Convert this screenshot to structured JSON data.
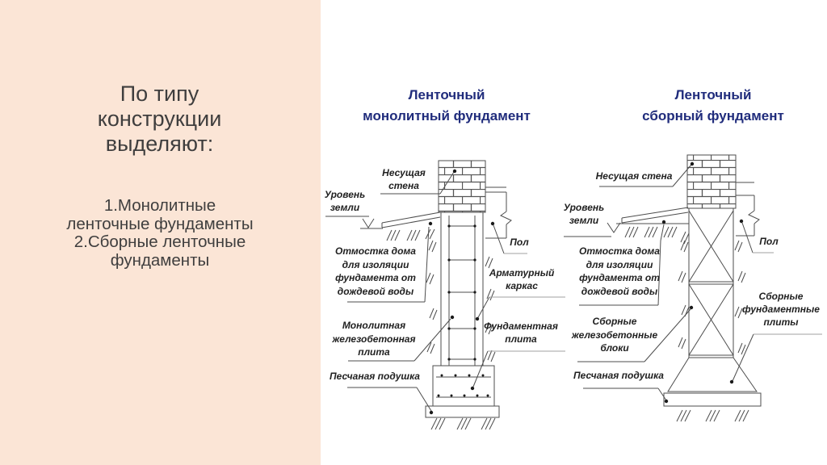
{
  "panel": {
    "title": "По типу\nконструкции\nвыделяют:",
    "list": "1.Монолитные\nленточные фундаменты\n2.Сборные ленточные\nфундаменты"
  },
  "colors": {
    "panel_background": "#fbe5d6",
    "title_navy": "#202c7c",
    "line_gray": "#4d4d4d",
    "rule_gray": "#a0a0a0",
    "text_dark": "#3f3e3e"
  },
  "diagram1": {
    "title": "Ленточный\nмонолитный фундамент",
    "labels": {
      "bearing_wall": "Несущая\nстена",
      "ground_level": "Уровень\nземли",
      "blind_area": "Отмостка дома\nдля изоляции\nфундамента от\nдождевой воды",
      "monolithic_slab": "Монолитная\nжелезобетонная\nплита",
      "sand_cushion": "Песчаная подушка",
      "floor": "Пол",
      "rebar_cage": "Арматурный\nкаркас",
      "foundation_plate": "Фундаментная\nплита"
    }
  },
  "diagram2": {
    "title": "Ленточный\nсборный фундамент",
    "labels": {
      "bearing_wall": "Несущая стена",
      "ground_level": "Уровень\nземли",
      "blind_area": "Отмостка дома\nдля изоляции\nфундамента от\nдождевой воды",
      "concrete_blocks": "Сборные\nжелезобетонные\nблоки",
      "sand_cushion": "Песчаная подушка",
      "floor": "Пол",
      "foundation_plates": "Сборные\nфундаментные\nплиты"
    }
  }
}
